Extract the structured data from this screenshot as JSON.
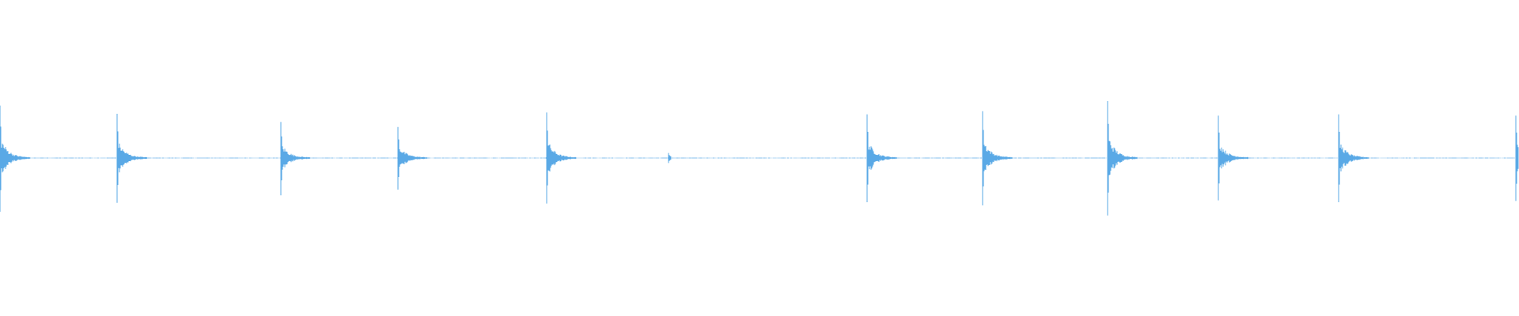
{
  "waveform": {
    "color": "#5aa9e6",
    "background": "#ffffff",
    "baseline_amplitude": 0.01,
    "transients": [
      {
        "time": 0.0,
        "peak": 0.83,
        "trough": 0.85
      },
      {
        "time": 0.077,
        "peak": 0.7,
        "trough": 0.71
      },
      {
        "time": 0.185,
        "peak": 0.57,
        "trough": 0.59
      },
      {
        "time": 0.262,
        "peak": 0.49,
        "trough": 0.5
      },
      {
        "time": 0.36,
        "peak": 0.72,
        "trough": 0.72
      },
      {
        "time": 0.44,
        "peak": 0.08,
        "trough": 0.08
      },
      {
        "time": 0.571,
        "peak": 0.69,
        "trough": 0.7
      },
      {
        "time": 0.647,
        "peak": 0.74,
        "trough": 0.75
      },
      {
        "time": 0.729,
        "peak": 0.9,
        "trough": 0.91
      },
      {
        "time": 0.802,
        "peak": 0.67,
        "trough": 0.67
      },
      {
        "time": 0.881,
        "peak": 0.69,
        "trough": 0.7
      },
      {
        "time": 0.998,
        "peak": 0.67,
        "trough": 0.68
      }
    ]
  }
}
